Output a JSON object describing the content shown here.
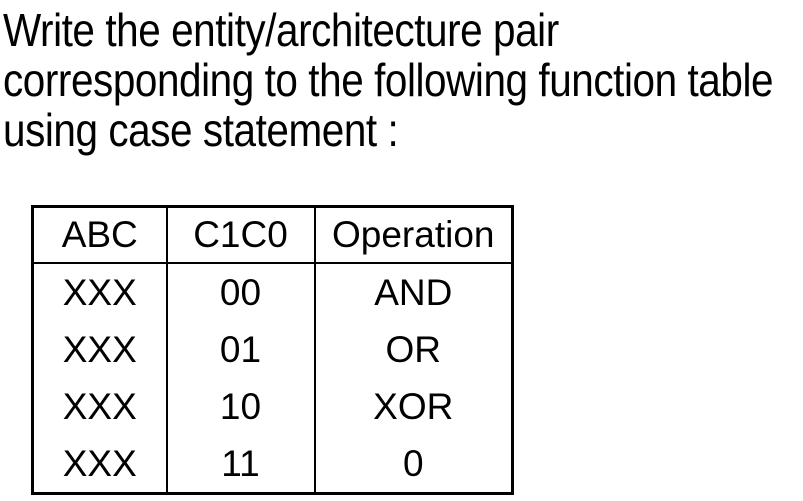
{
  "question": {
    "lines": [
      "Write the entity/architecture pair",
      "corresponding to the following function table",
      "using case statement :"
    ]
  },
  "table": {
    "columns": [
      "ABC",
      "C1C0",
      "Operation"
    ],
    "rows": [
      [
        "XXX",
        "00",
        "AND"
      ],
      [
        "XXX",
        "01",
        "OR"
      ],
      [
        "XXX",
        "10",
        "XOR"
      ],
      [
        "XXX",
        "11",
        "0"
      ]
    ]
  },
  "colors": {
    "text": "#000000",
    "background": "#ffffff",
    "border": "#000000"
  }
}
